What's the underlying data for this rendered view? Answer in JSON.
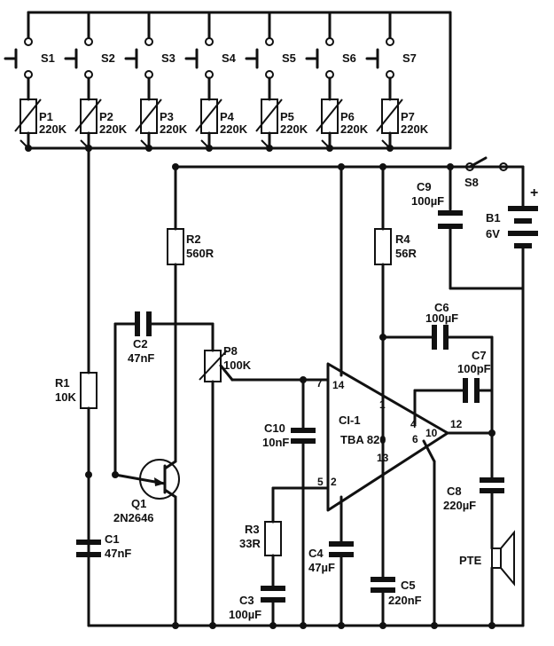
{
  "switches": [
    {
      "ref": "S1"
    },
    {
      "ref": "S2"
    },
    {
      "ref": "S3"
    },
    {
      "ref": "S4"
    },
    {
      "ref": "S5"
    },
    {
      "ref": "S6"
    },
    {
      "ref": "S7"
    }
  ],
  "pots": [
    {
      "ref": "P1",
      "value": "220K"
    },
    {
      "ref": "P2",
      "value": "220K"
    },
    {
      "ref": "P3",
      "value": "220K"
    },
    {
      "ref": "P4",
      "value": "220K"
    },
    {
      "ref": "P5",
      "value": "220K"
    },
    {
      "ref": "P6",
      "value": "220K"
    },
    {
      "ref": "P7",
      "value": "220K"
    }
  ],
  "power_switch": {
    "ref": "S8"
  },
  "battery": {
    "ref": "B1",
    "value": "6V",
    "plus": "+"
  },
  "components": {
    "r1": {
      "ref": "R1",
      "value": "10K"
    },
    "r2": {
      "ref": "R2",
      "value": "560R"
    },
    "r3": {
      "ref": "R3",
      "value": "33R"
    },
    "r4": {
      "ref": "R4",
      "value": "56R"
    },
    "p8": {
      "ref": "P8",
      "value": "100K"
    },
    "c1": {
      "ref": "C1",
      "value": "47nF"
    },
    "c2": {
      "ref": "C2",
      "value": "47nF"
    },
    "c3": {
      "ref": "C3",
      "value": "100µF"
    },
    "c4": {
      "ref": "C4",
      "value": "47µF"
    },
    "c5": {
      "ref": "C5",
      "value": "220nF"
    },
    "c6": {
      "ref": "C6",
      "value": "100µF"
    },
    "c7": {
      "ref": "C7",
      "value": "100pF"
    },
    "c8": {
      "ref": "C8",
      "value": "220µF"
    },
    "c9": {
      "ref": "C9",
      "value": "100µF"
    },
    "c10": {
      "ref": "C10",
      "value": "10nF"
    },
    "q1": {
      "ref": "Q1",
      "value": "2N2646"
    },
    "speaker": {
      "ref": "PTE"
    }
  },
  "ic": {
    "ref": "CI-1",
    "part": "TBA 820",
    "pins": {
      "p1": "1",
      "p2": "2",
      "p4": "4",
      "p5": "5",
      "p6": "6",
      "p7": "7",
      "p10": "10",
      "p12": "12",
      "p13": "13",
      "p14": "14"
    }
  }
}
